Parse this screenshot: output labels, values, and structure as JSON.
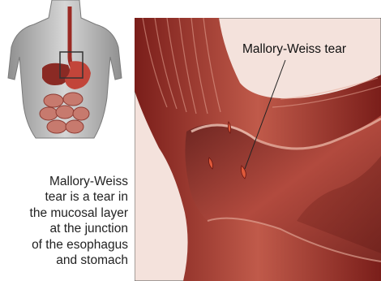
{
  "diagram": {
    "callout_label": "Mallory-Weiss tear",
    "caption_lines": [
      "Mallory-Weiss",
      "tear is a tear in",
      "the mucosal layer",
      "at the junction",
      "of the esophagus",
      "and stomach"
    ]
  },
  "colors": {
    "tissue_dark": "#7a1e1a",
    "tissue_mid": "#b0463a",
    "tissue_light": "#d98a78",
    "mucosa": "#a83b32",
    "skin": "#b9b9b9"
  }
}
